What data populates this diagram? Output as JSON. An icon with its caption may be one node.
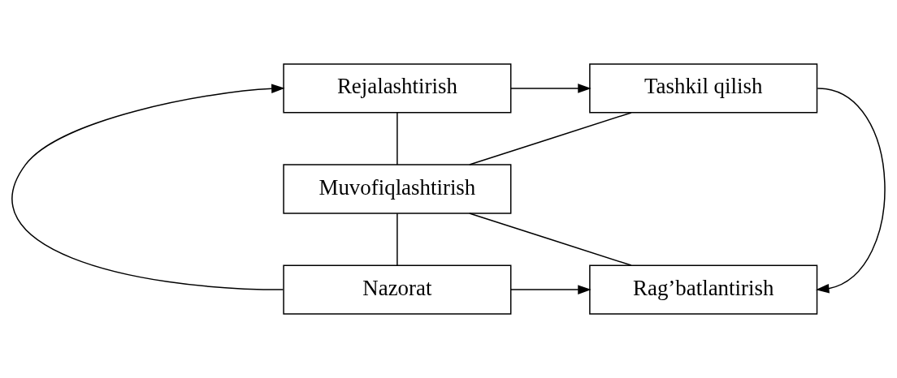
{
  "diagram": {
    "nodes": [
      {
        "text": [
          "Rejalashtirish"
        ]
      },
      {
        "text": [
          "Tashkil qilish"
        ]
      },
      {
        "text": [
          "Muvofiqlashtirish"
        ]
      },
      {
        "text": [
          "Nazorat"
        ]
      },
      {
        "text": [
          "Rag’batlantirish"
        ]
      }
    ],
    "edges": [
      {
        "from": 0,
        "to": 1,
        "arrow": "to"
      },
      {
        "from": 1,
        "to": 4,
        "arrow": "to"
      },
      {
        "from": 3,
        "to": 4,
        "arrow": "to"
      },
      {
        "from": 3,
        "to": 0,
        "arrow": "to"
      },
      {
        "from": 0,
        "to": 2,
        "arrow": "none"
      },
      {
        "from": 1,
        "to": 2,
        "arrow": "none"
      },
      {
        "from": 2,
        "to": 3,
        "arrow": "none"
      },
      {
        "from": 2,
        "to": 4,
        "arrow": "none"
      }
    ]
  }
}
